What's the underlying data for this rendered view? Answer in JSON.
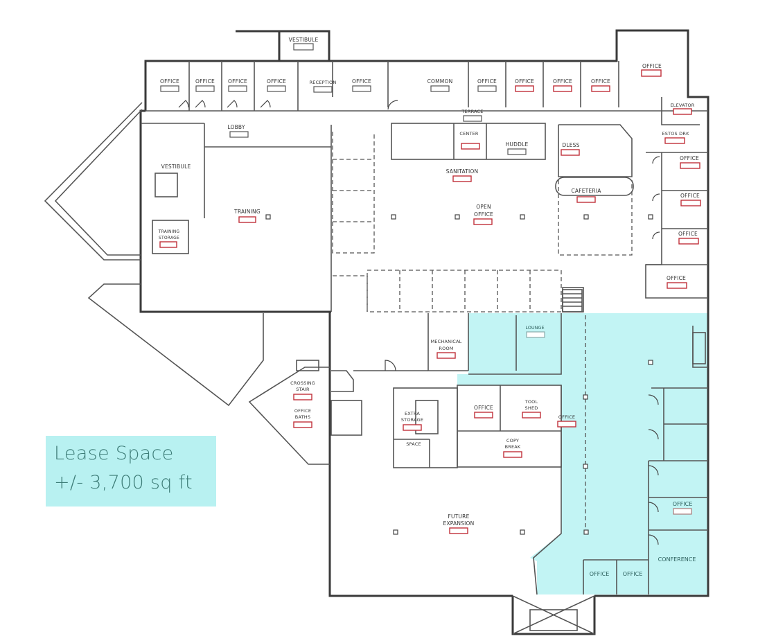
{
  "lease": {
    "title": "Lease Space",
    "area": "+/- 3,700 sq ft",
    "highlight_color": "#c2f4f4"
  },
  "rooms": [
    "VESTIBULE",
    "OFFICE",
    "OFFICE",
    "OFFICE",
    "OFFICE",
    "RECEPTION",
    "OFFICE",
    "COMMON",
    "OFFICE",
    "OFFICE",
    "OFFICE",
    "OFFICE",
    "OFFICE",
    "ELEVATOR",
    "LOBBY",
    "VESTIBULE",
    "TRAINING",
    "TRAINING",
    "STORAGE",
    "TERRACE",
    "CENTER",
    "HUDDLE",
    "DLESS",
    "SANITATION",
    "CAFETERIA",
    "OPEN",
    "OFFICE",
    "ESTOS DRK",
    "OFFICE",
    "OFFICE",
    "OFFICE",
    "OFFICE",
    "MECHANICAL",
    "ROOM",
    "LOUNGE",
    "CROSSING",
    "STAIR",
    "OFFICE",
    "BATHS",
    "EXTRA",
    "STORAGE",
    "SPACE",
    "OFFICE",
    "TOOL",
    "SHED",
    "OFFICE",
    "COPY",
    "BREAK",
    "FUTURE",
    "EXPANSION",
    "OFFICE",
    "CONFERENCE",
    "OFFICE",
    "OFFICE"
  ]
}
